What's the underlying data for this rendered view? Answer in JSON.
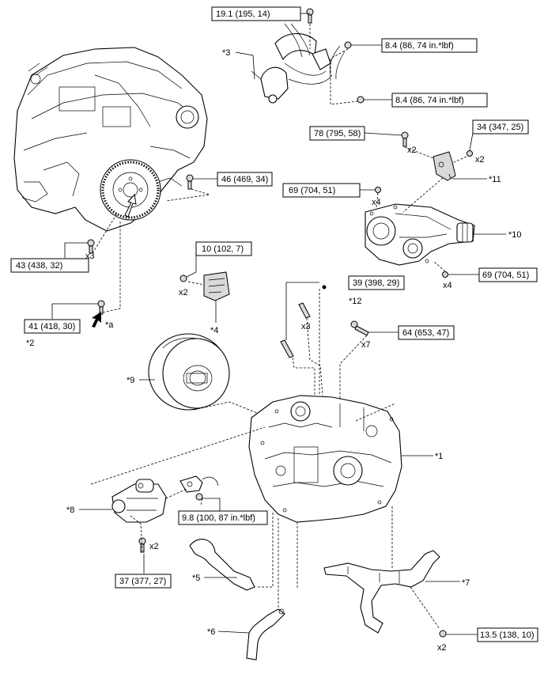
{
  "torque_labels": {
    "t_19_1": "19.1 (195, 14)",
    "t_8_4_a": "8.4 (86, 74 in.*lbf)",
    "t_8_4_b": "8.4 (86, 74 in.*lbf)",
    "t_78": "78 (795, 58)",
    "t_34": "34 (347, 25)",
    "t_46": "46 (469, 34)",
    "t_69_a": "69 (704, 51)",
    "t_69_b": "69 (704, 51)",
    "t_43": "43 (438, 32)",
    "t_10": "10 (102, 7)",
    "t_39": "39 (398, 29)",
    "t_41": "41 (418, 30)",
    "t_64": "64 (653, 47)",
    "t_9_8": "9.8 (100, 87 in.*lbf)",
    "t_37": "37 (377, 27)",
    "t_13_5": "13.5 (138, 10)"
  },
  "quantities": {
    "q_78": "x2",
    "q_34": "x2",
    "q_69_a": "x4",
    "q_69_b": "x4",
    "q_43": "x3",
    "q_10": "x2",
    "q_stud": "x3",
    "q_64": "x7",
    "q_37": "x2",
    "q_13_5": "x2"
  },
  "callouts": {
    "c1": "*1",
    "c2": "*2",
    "c3": "*3",
    "c4": "*4",
    "c5": "*5",
    "c6": "*6",
    "c7": "*7",
    "c8": "*8",
    "c9": "*9",
    "c10": "*10",
    "c11": "*11",
    "c12": "*12",
    "ca": "*a"
  }
}
